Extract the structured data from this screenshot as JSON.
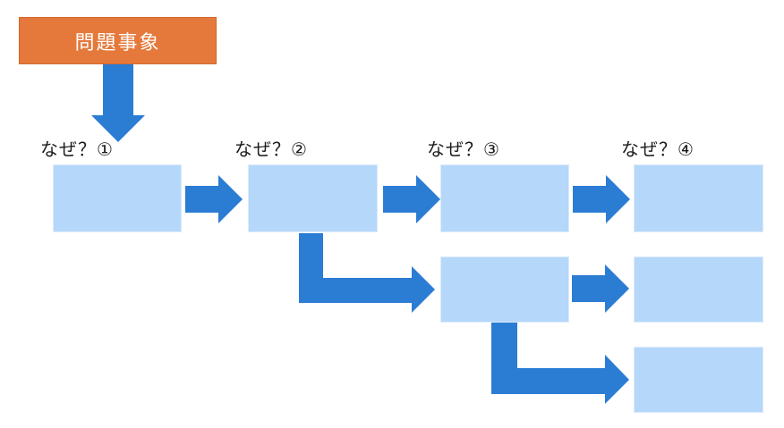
{
  "diagram": {
    "title": "why-why-analysis-flow",
    "problem_box": {
      "label": "問題事象"
    },
    "why_labels": [
      "なぜ？①",
      "なぜ？②",
      "なぜ？③",
      "なぜ？④"
    ],
    "colors": {
      "problem_fill": "#E5793B",
      "problem_border": "#D2692D",
      "problem_text": "#FFFFFF",
      "cause_fill": "#B5D7FA",
      "cause_border": "#DCEBFC",
      "arrow_fill": "#2B7CD3",
      "label_text": "#1B1B1B",
      "background": "#FFFFFF"
    }
  }
}
